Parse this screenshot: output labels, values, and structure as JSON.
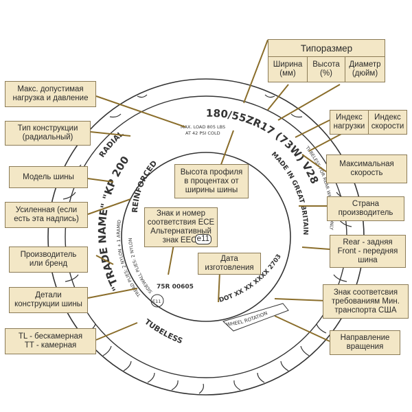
{
  "labels": {
    "size_header": "Типоразмер",
    "width": "Ширина\n(мм)",
    "aspect": "Высота\n(%)",
    "diameter": "Диаметр\n(дюйм)",
    "max_load": "Макс. допустимая\nнагрузка и давление",
    "construction_type": "Тип конструкции\n(радиальный)",
    "model": "Модель шины",
    "reinforced": "Усиленная (если\nесть эта надпись)",
    "manufacturer": "Производитель\nили бренд",
    "construction_details": "Детали\nконструкции шины",
    "tubeless": "TL - бескамерная\nTT - камерная",
    "load_index": "Индекс\nнагрузки",
    "speed_index": "Индекс\nскорости",
    "max_speed": "Максимальная\nскорость",
    "aspect_ratio": "Высота профиля\nв процентах от\nширины шины",
    "ece": "Знак и номер\nсоответствия ECE\nАльтернативный\nзнак EEC-",
    "ece_mark": "e11",
    "manufacture_date": "Дата\nизготовления",
    "country": "Страна\nпроизводитель",
    "rear_front": "Rear - задняя\nFront - передняя\nшина",
    "dot": "Знак соответсвия\nтребованиям  Мин.\nтранспорта США",
    "rotation": "Направление\nвращения"
  },
  "tire_text": {
    "size": "180/55ZR17 (73W) V280",
    "max_load_line1": "MAX. LOAD 805 LBS",
    "max_load_line2": "AT 42 PSI COLD",
    "radial": "RADIAL",
    "trade_name": "\"TRADE NAME\" \"KP 200\"",
    "reinforced": "REINFORCED",
    "tread_plies": "TREAD PLIES: 2 NYLON + 1 ARAMID",
    "sidewall": "SIDEWALL PLIES: 2 NYLON",
    "made_in": "MADE IN GREAT BRITAIN",
    "tubeless_rear": "TUBELESS FOR REAR WHEEL USE ONLY",
    "dot": "DOT XX XX XXXX 2703",
    "ece_number": "75R 00605",
    "ece_circle": "E11",
    "tubeless": "TUBELESS",
    "wheel_rotation": "WHEEL ROTATION"
  },
  "colors": {
    "box_fill": "#f3e7c6",
    "box_border": "#8a7a55",
    "line": "#8a6d2a",
    "tire": "#333333"
  }
}
